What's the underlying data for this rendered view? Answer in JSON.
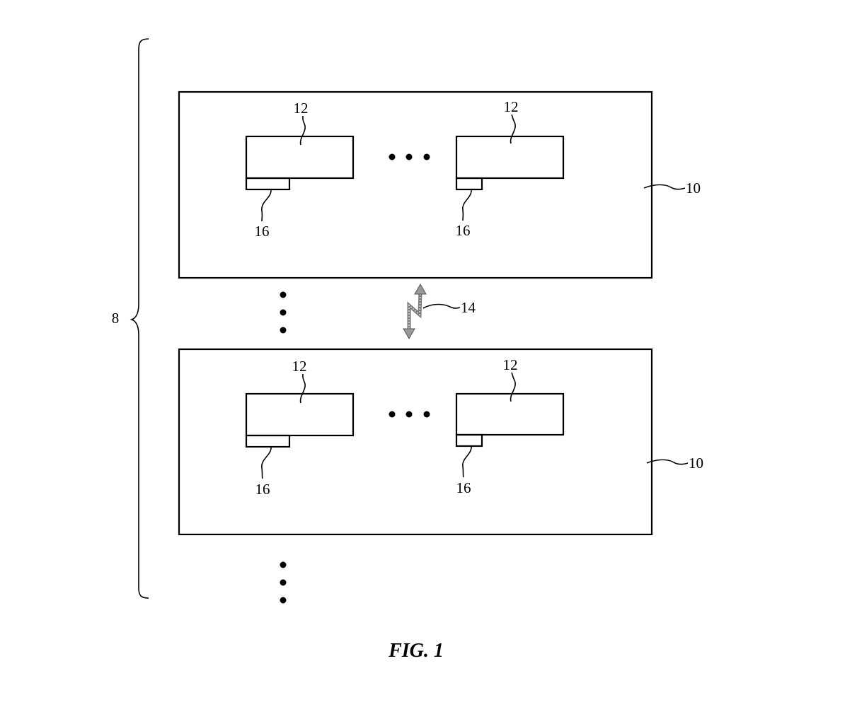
{
  "figure": {
    "caption": "FIG. 1",
    "system_label": "8",
    "link_label": "14",
    "nodes": [
      {
        "label": "10",
        "components": [
          {
            "label": "12",
            "port_label": "16"
          },
          {
            "label": "12",
            "port_label": "16"
          }
        ]
      },
      {
        "label": "10",
        "components": [
          {
            "label": "12",
            "port_label": "16"
          },
          {
            "label": "12",
            "port_label": "16"
          }
        ]
      }
    ]
  }
}
